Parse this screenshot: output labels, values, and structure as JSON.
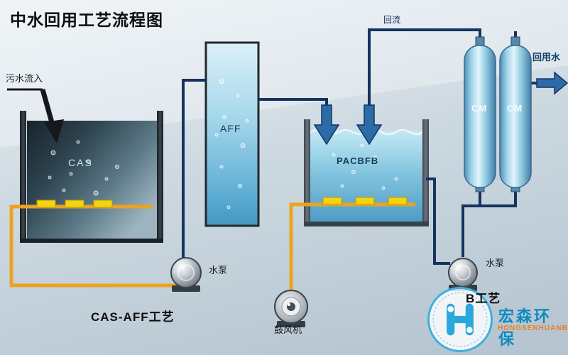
{
  "title": "中水回用工艺流程图",
  "flow": {
    "inflow_label": "污水流入",
    "reflux_label": "回流",
    "reuse_label": "回用水"
  },
  "units": {
    "cas_tank": "CAS",
    "aff_column": "AFF",
    "pacbfb_tank": "PACBFB",
    "cm_column_1": "CM",
    "cm_column_2": "CM"
  },
  "equipment": {
    "pump1_label": "水泵",
    "pump2_label": "水泵",
    "blower_label": "鼓风机"
  },
  "process_labels": {
    "left": "CAS-AFF工艺",
    "right": "B工艺"
  },
  "logo": {
    "cn": "宏森环保",
    "en": "HONGSENHUANBAO"
  },
  "colors": {
    "pipe_navy": "#16335f",
    "pipe_orange": "#eba31f",
    "arrow_blue": "#2b6ca8",
    "diffuser_yellow": "#f2d410",
    "logo_blue": "#2aa8dc",
    "logo_orange": "#ef7d1a"
  }
}
